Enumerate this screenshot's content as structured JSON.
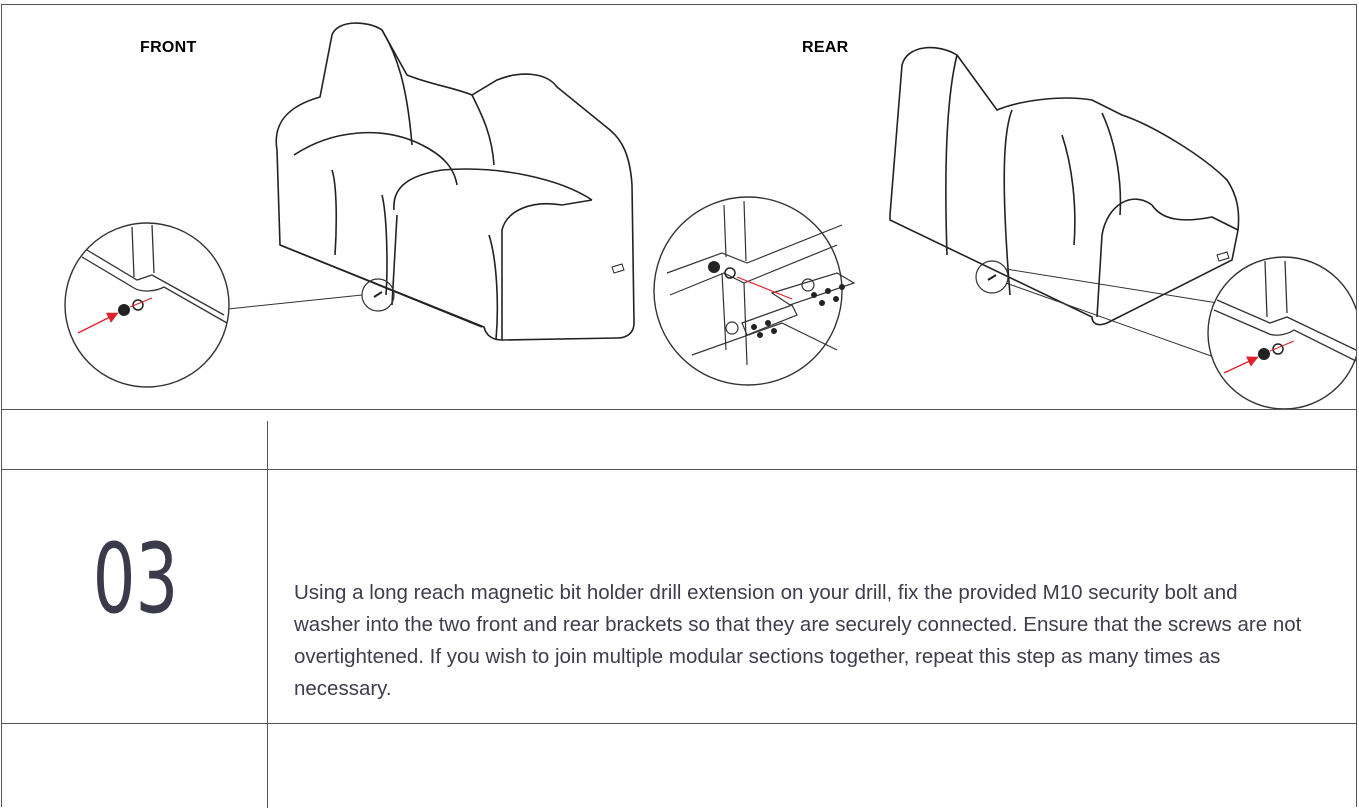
{
  "illustration": {
    "front_label": "FRONT",
    "rear_label": "REAR"
  },
  "step": {
    "number": "03",
    "description": "Using a long reach magnetic bit holder drill extension on your drill, fix the provided M10 security bolt and washer into the two front and rear brackets so that they are securely connected. Ensure that the screws are not overtightened. If you wish to join multiple modular sections together, repeat this step as many times as necessary."
  },
  "colors": {
    "arrow": "#e0202a",
    "line": "#222222",
    "text": "#3a3a4a"
  }
}
